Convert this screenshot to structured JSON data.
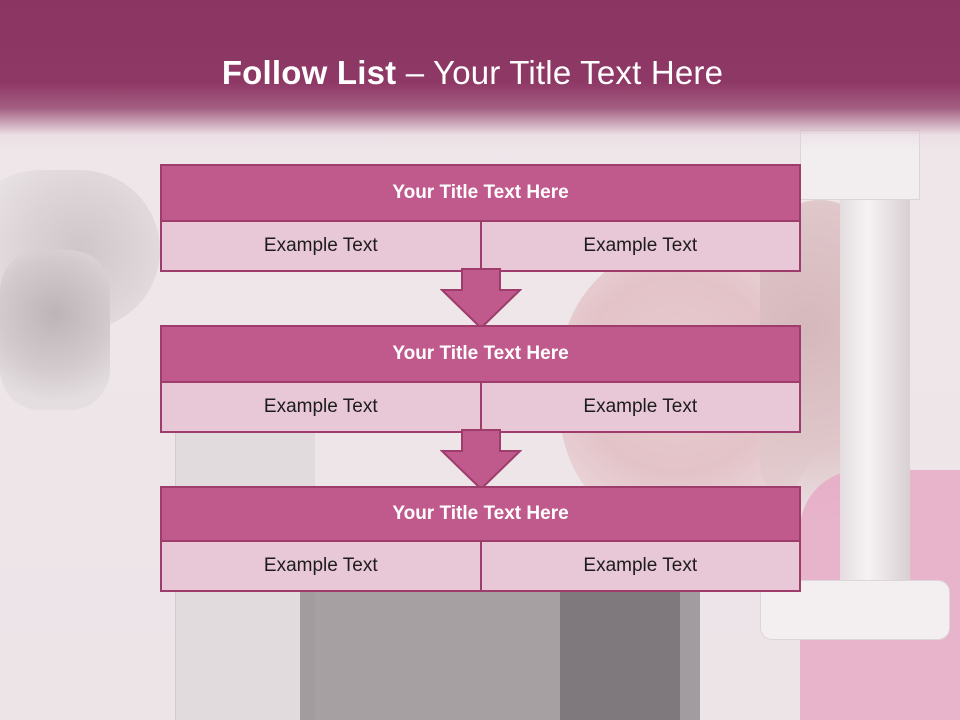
{
  "slide": {
    "title_bold": "Follow List",
    "title_rest": " – Your Title Text Here"
  },
  "blocks": [
    {
      "title": "Your Title Text Here",
      "cells": [
        "Example Text",
        "Example Text"
      ]
    },
    {
      "title": "Your Title Text Here",
      "cells": [
        "Example Text",
        "Example Text"
      ]
    },
    {
      "title": "Your Title Text Here",
      "cells": [
        "Example Text",
        "Example Text"
      ]
    }
  ],
  "colors": {
    "header": "#8b3563",
    "block_head": "#c05a8c",
    "block_cell": "#e8c7d6",
    "border": "#9e3c6c"
  },
  "icons": [
    "down-arrow-icon",
    "down-arrow-icon"
  ]
}
